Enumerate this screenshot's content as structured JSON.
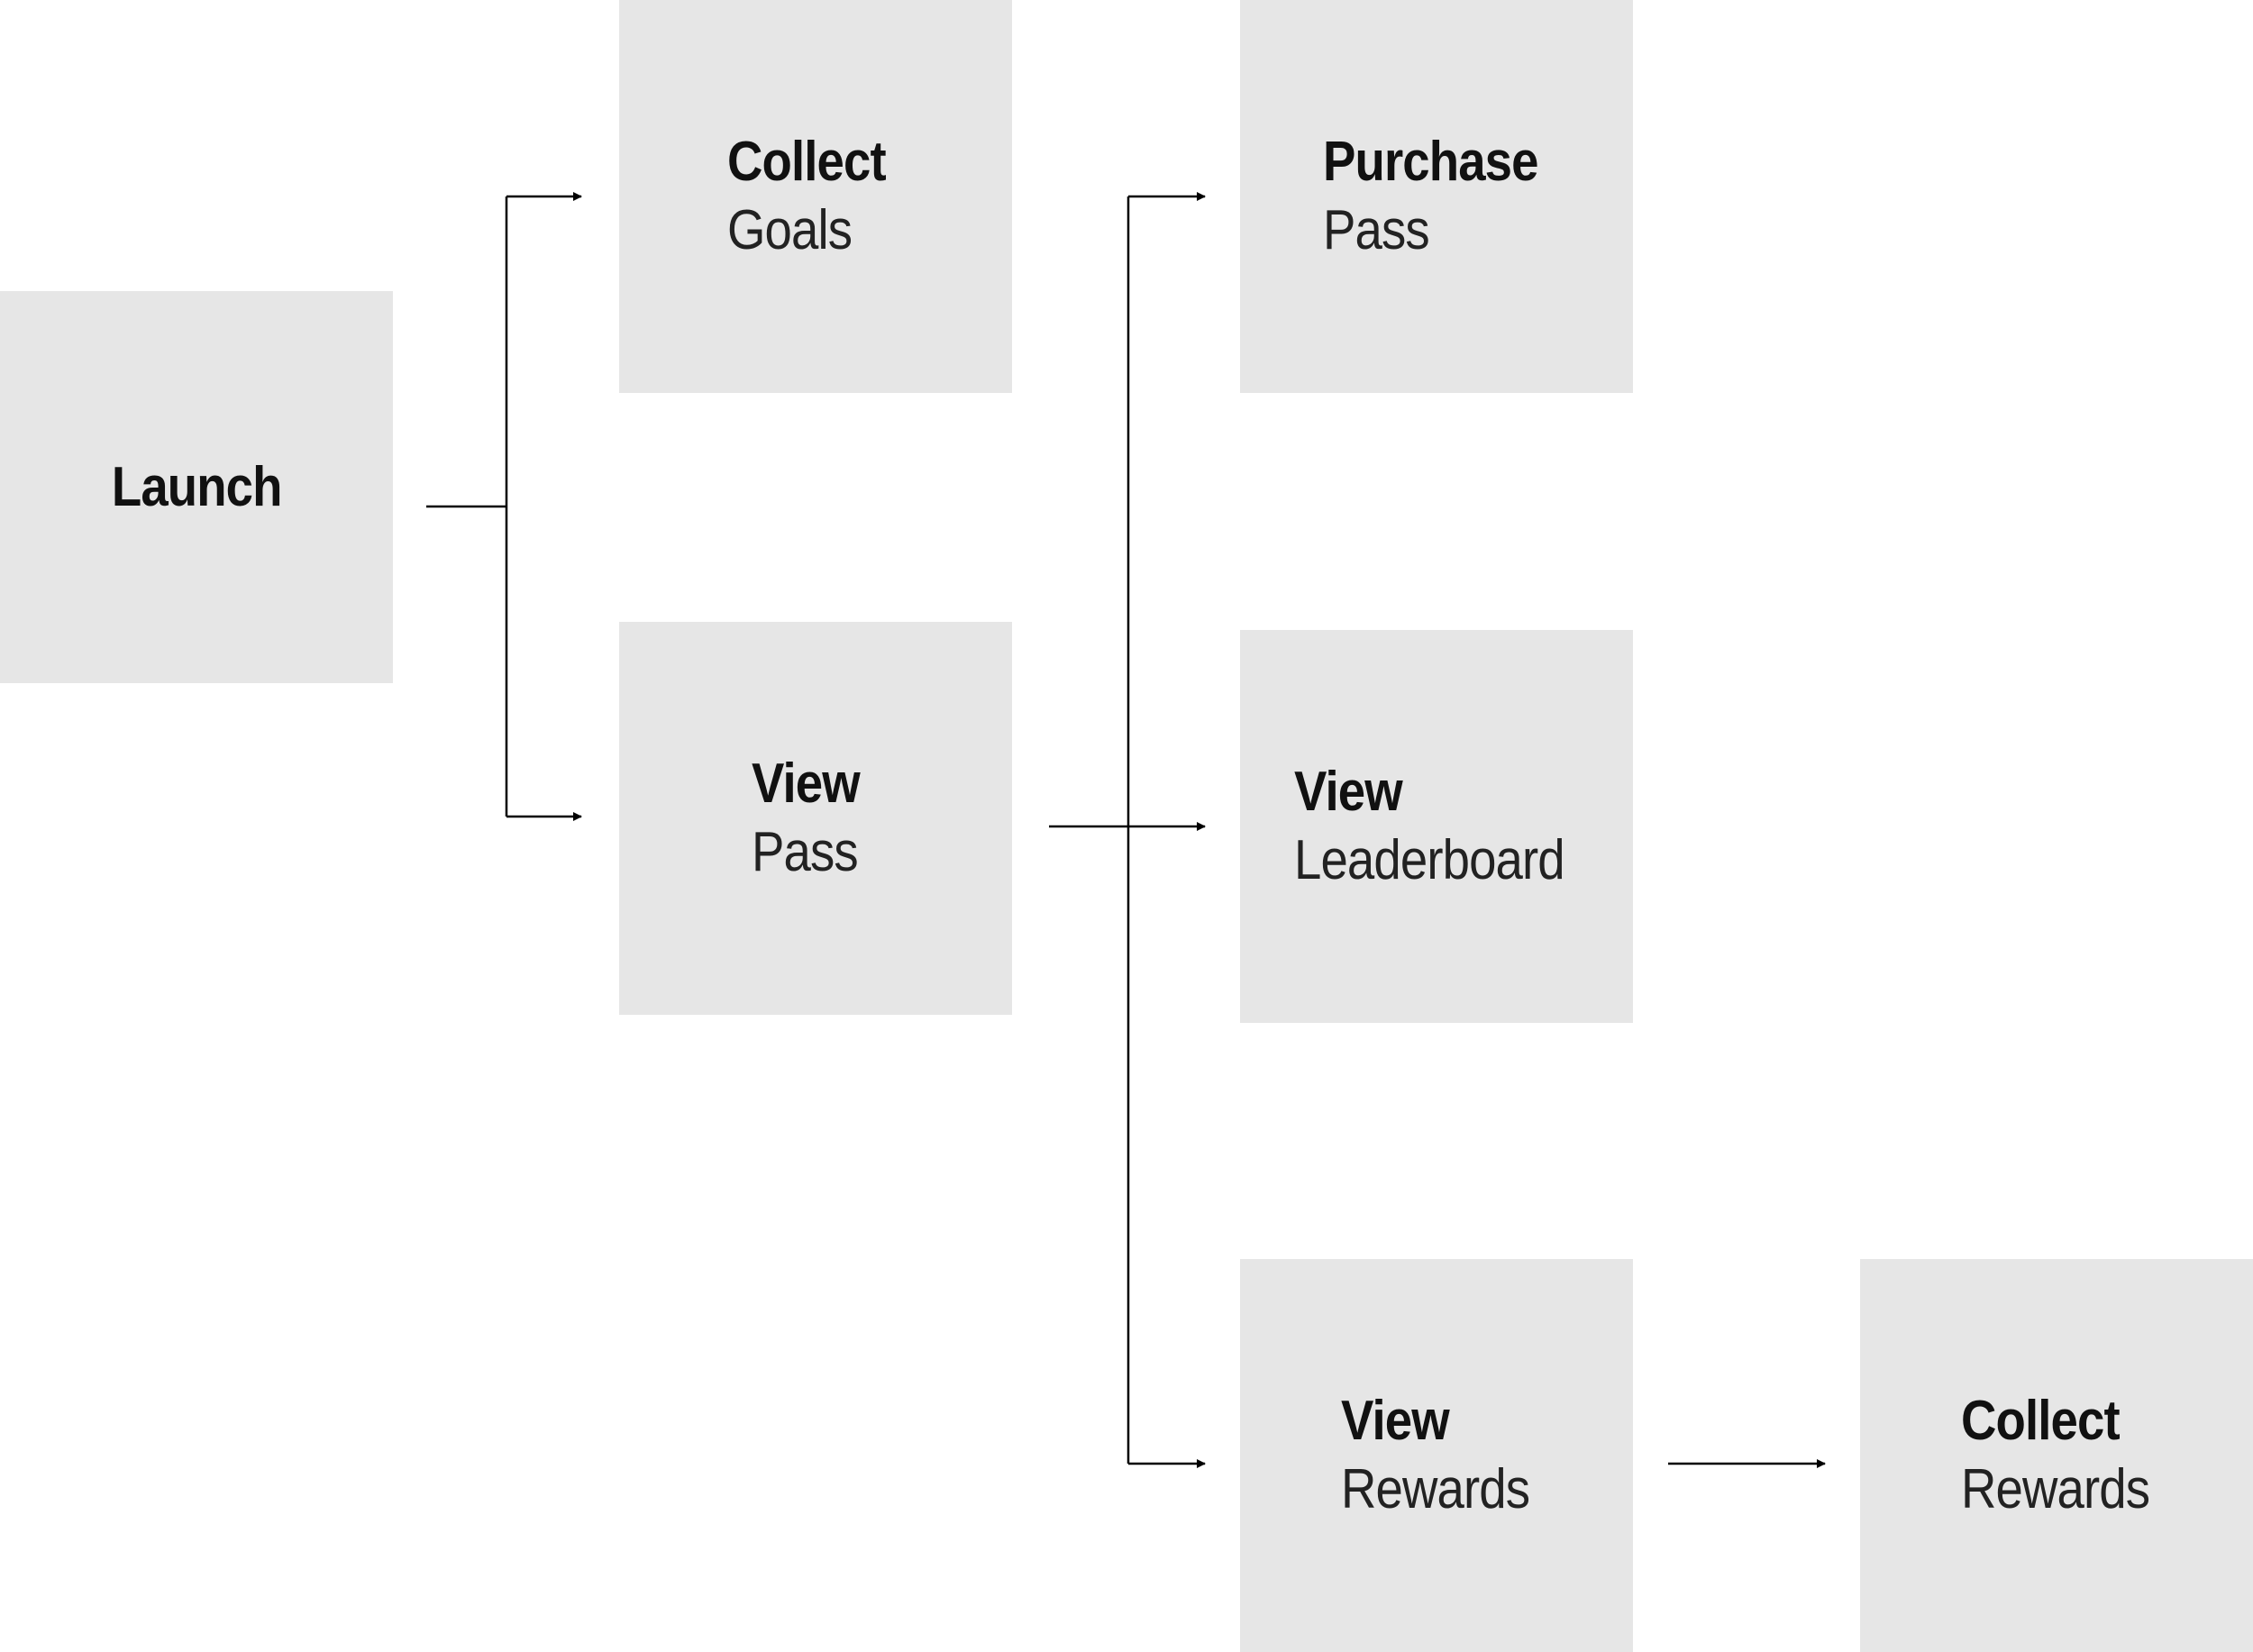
{
  "nodes": {
    "launch": {
      "title": "Launch"
    },
    "collect_goals": {
      "title": "Collect",
      "subtitle": "Goals"
    },
    "view_pass": {
      "title": "View",
      "subtitle": "Pass"
    },
    "purchase_pass": {
      "title": "Purchase",
      "subtitle": "Pass"
    },
    "view_leaderboard": {
      "title": "View",
      "subtitle": "Leaderboard"
    },
    "view_rewards": {
      "title": "View",
      "subtitle": "Rewards"
    },
    "collect_rewards": {
      "title": "Collect",
      "subtitle": "Rewards"
    }
  },
  "colors": {
    "node_fill": "#e6e6e6",
    "text": "#111111",
    "line": "#000000"
  }
}
